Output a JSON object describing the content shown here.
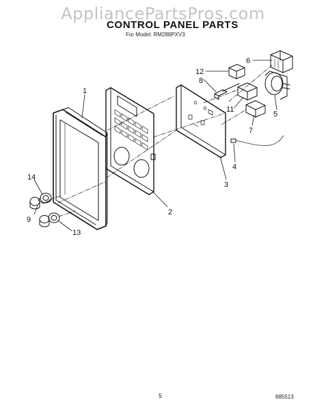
{
  "watermark": "AppliancePartsPros.com",
  "title": "CONTROL PANEL PARTS",
  "subtitle": "For Model: RM288PXV3",
  "page_number": "5",
  "doc_code": "885513",
  "callouts": [
    "1",
    "2",
    "3",
    "4",
    "5",
    "6",
    "7",
    "8",
    "9",
    "11",
    "12",
    "13",
    "14"
  ]
}
